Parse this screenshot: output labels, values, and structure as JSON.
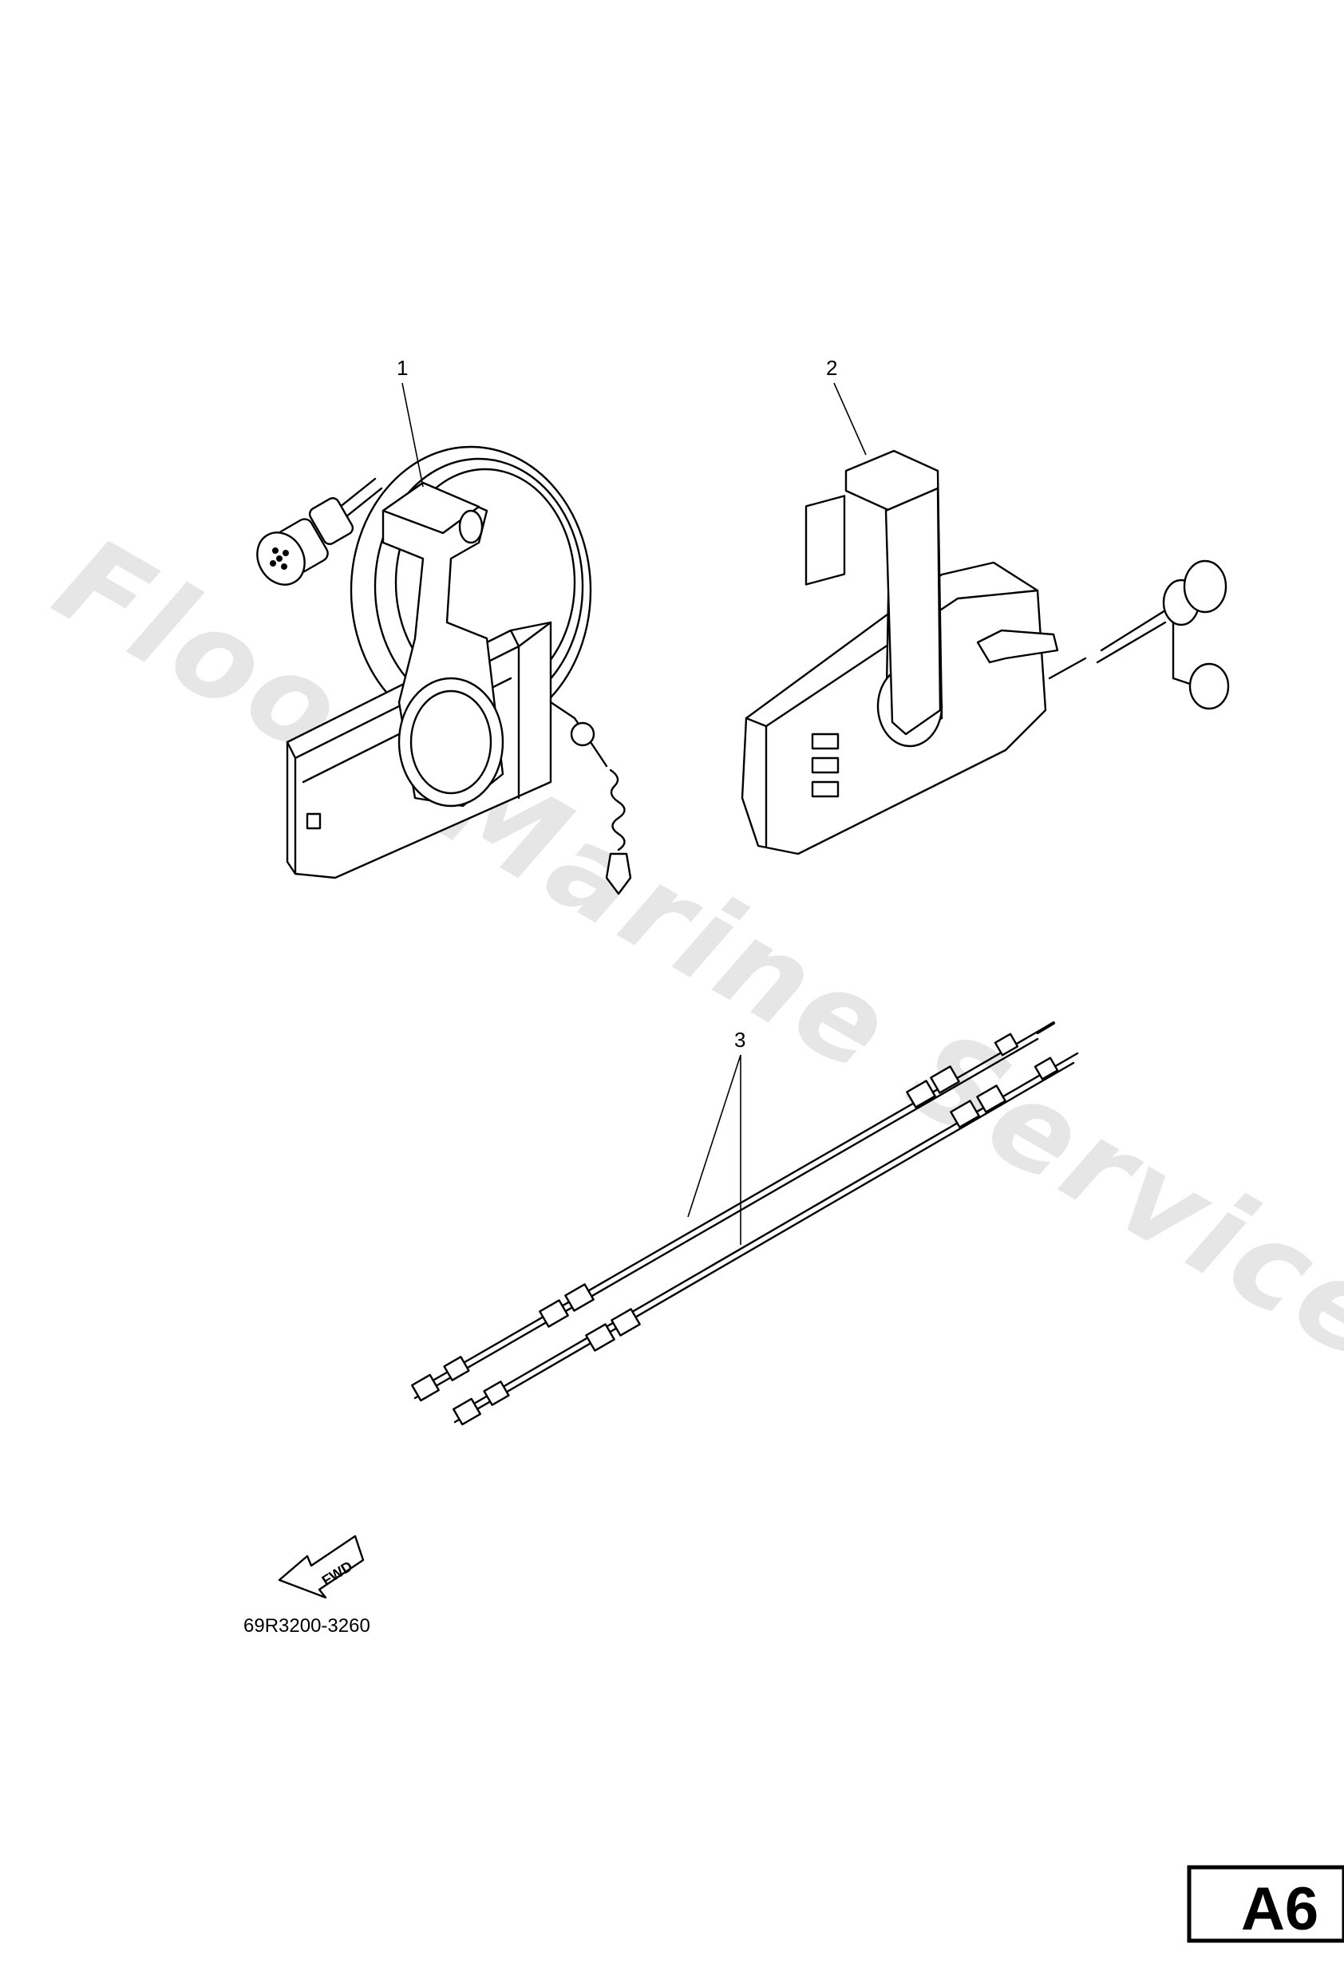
{
  "watermark": {
    "text": "Flood Marine Services"
  },
  "callouts": [
    {
      "id": "callout-1",
      "label": "1"
    },
    {
      "id": "callout-2",
      "label": "2"
    },
    {
      "id": "callout-3",
      "label": "3"
    }
  ],
  "fwd_marker": {
    "label": "FWD",
    "icon": "fwd-arrow-icon"
  },
  "part_range": "69R3200-3260",
  "page_id": "A6"
}
